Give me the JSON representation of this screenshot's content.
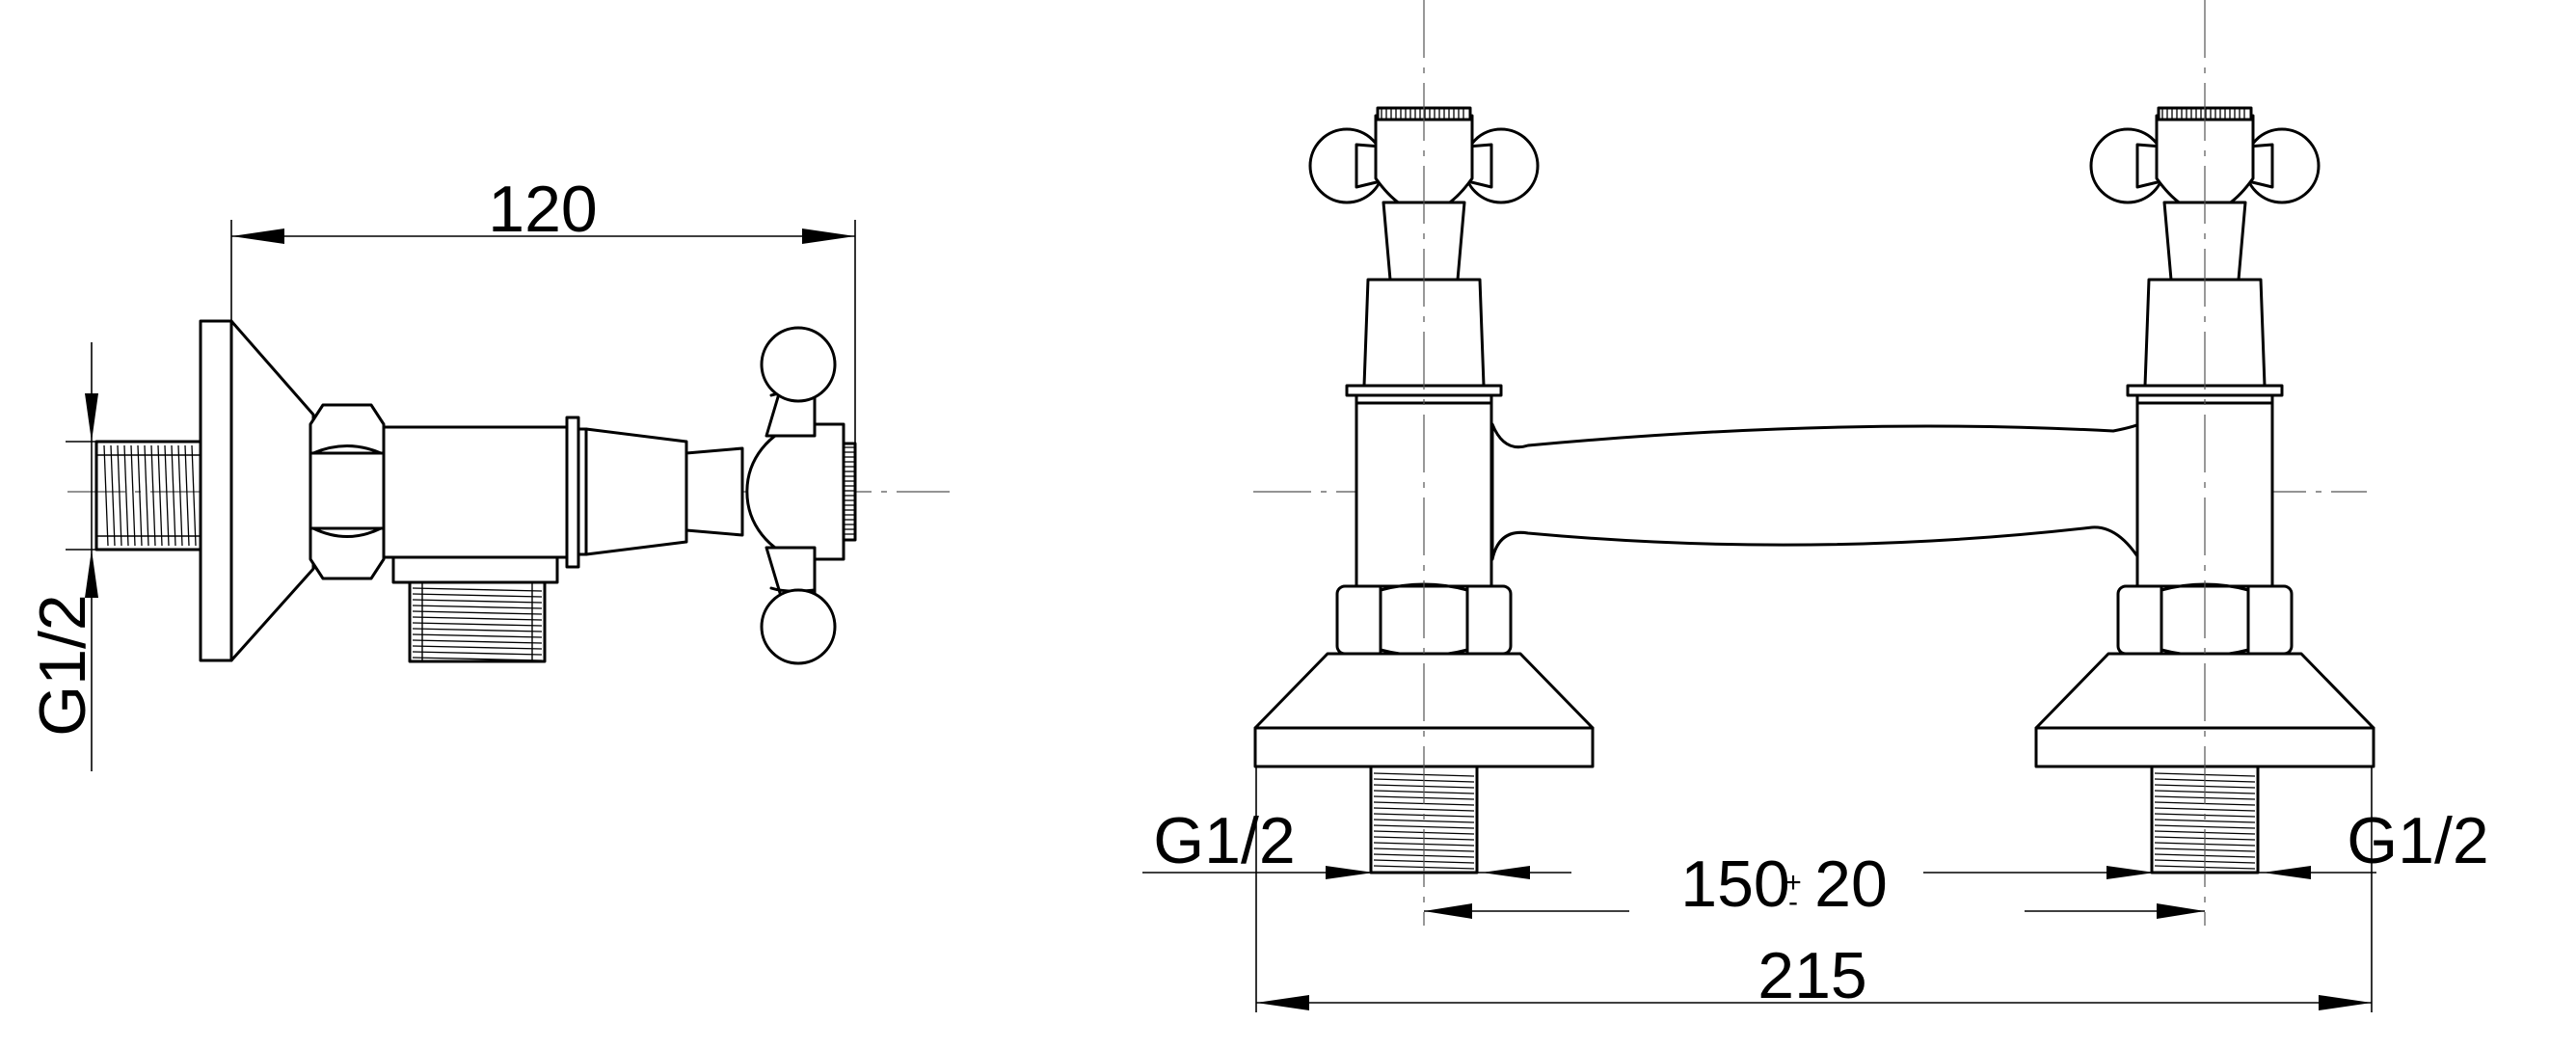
{
  "side_view": {
    "width_dim": "120",
    "thread_label": "G1/2"
  },
  "front_view": {
    "left_thread_label": "G1/2",
    "right_thread_label": "G1/2",
    "centers_dim": "150",
    "centers_tol_plus": "+",
    "centers_tol_minus": "-",
    "centers_tol_value": "20",
    "overall_dim": "215"
  },
  "colors": {
    "line": "#000000",
    "background": "#ffffff"
  }
}
